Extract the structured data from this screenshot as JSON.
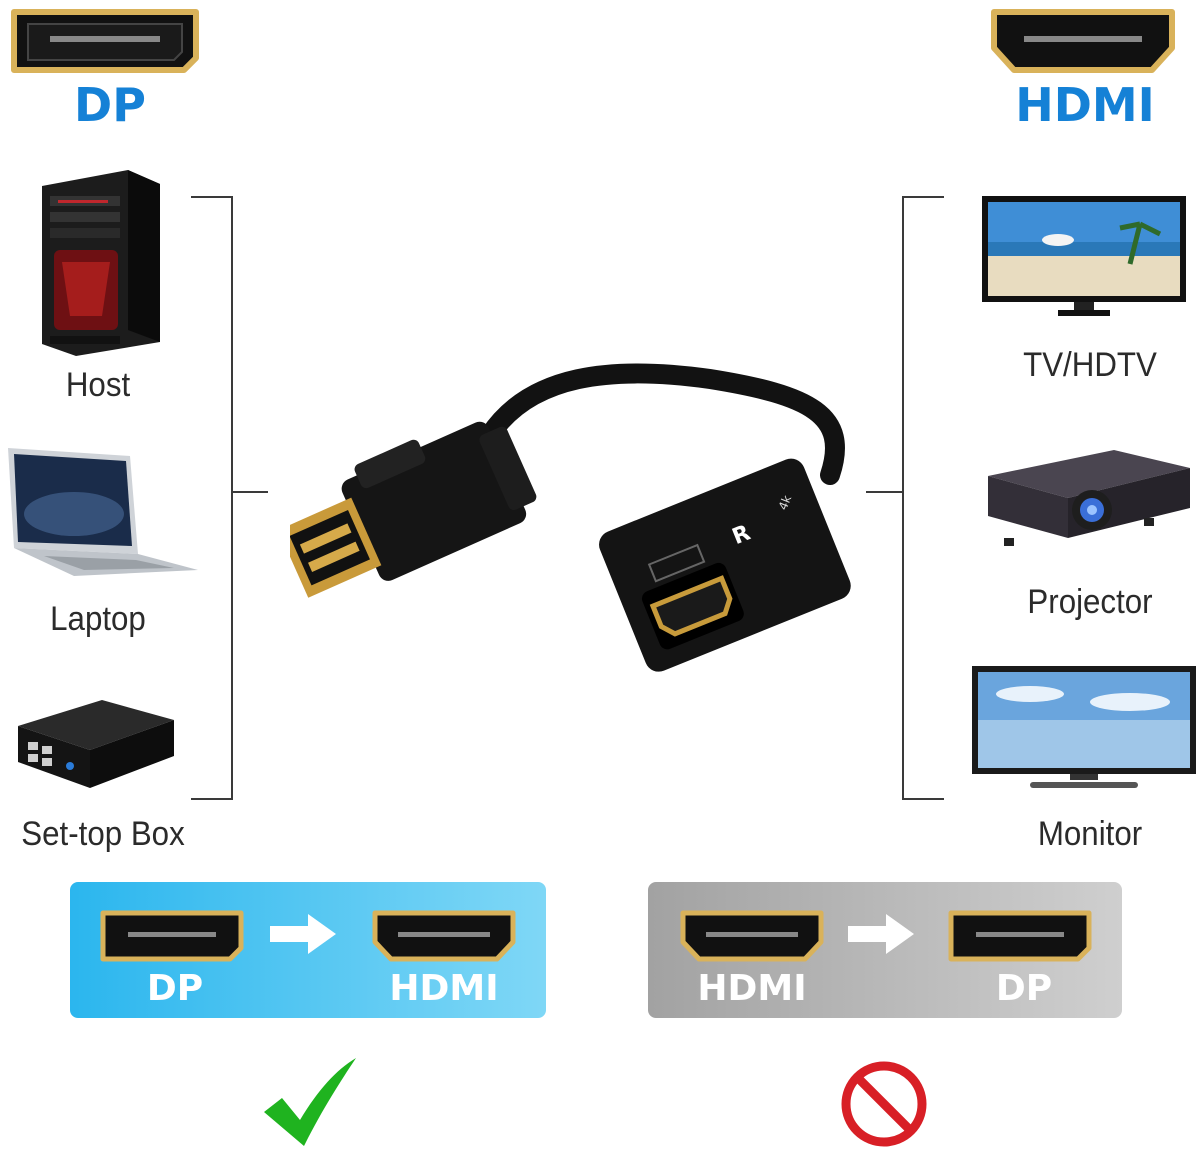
{
  "header": {
    "left_label": "DP",
    "right_label": "HDMI"
  },
  "sources": [
    {
      "label": "Host",
      "icon": "desktop-tower-icon"
    },
    {
      "label": "Laptop",
      "icon": "laptop-icon"
    },
    {
      "label": "Set-top Box",
      "icon": "set-top-box-icon"
    }
  ],
  "displays": [
    {
      "label": "TV/HDTV",
      "icon": "tv-icon"
    },
    {
      "label": "Projector",
      "icon": "projector-icon"
    },
    {
      "label": "Monitor",
      "icon": "monitor-icon"
    }
  ],
  "direction_panels": {
    "supported": {
      "from": "DP",
      "to": "HDMI",
      "status_icon": "checkmark-icon",
      "color": "#37c2f0"
    },
    "unsupported": {
      "from": "HDMI",
      "to": "DP",
      "status_icon": "prohibited-icon",
      "color": "#a9a9a9"
    }
  },
  "adapter": {
    "hdmi_end_marking": "4k"
  },
  "colors": {
    "accent_blue": "#1581d6",
    "gold": "#d9b25a",
    "check_green": "#1fb31f",
    "prohibit_red": "#d81f26"
  }
}
